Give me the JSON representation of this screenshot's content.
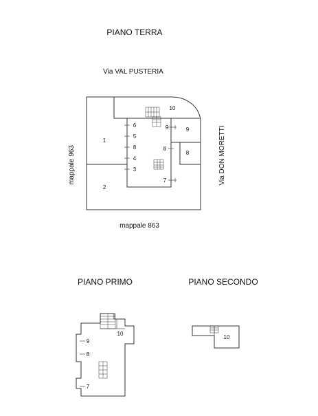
{
  "ground_floor": {
    "title": "PIANO TERRA",
    "street_top": "Via VAL PUSTERIA",
    "street_right": "Via DON MORETTI",
    "parcel_left": "mappale 963",
    "parcel_bottom": "mappale 863",
    "units": {
      "u1": "1",
      "u2": "2",
      "u3": "3",
      "u4": "4",
      "u5": "5",
      "u6": "6",
      "u7": "7",
      "u8a": "8",
      "u8b": "8",
      "u8c": "8",
      "u9a": "9",
      "u9b": "9",
      "u10": "10"
    }
  },
  "first_floor": {
    "title": "PIANO PRIMO",
    "units": {
      "u10": "10",
      "u9": "9",
      "u8": "8",
      "u7": "7"
    }
  },
  "second_floor": {
    "title": "PIANO SECONDO",
    "units": {
      "u10": "10"
    }
  }
}
